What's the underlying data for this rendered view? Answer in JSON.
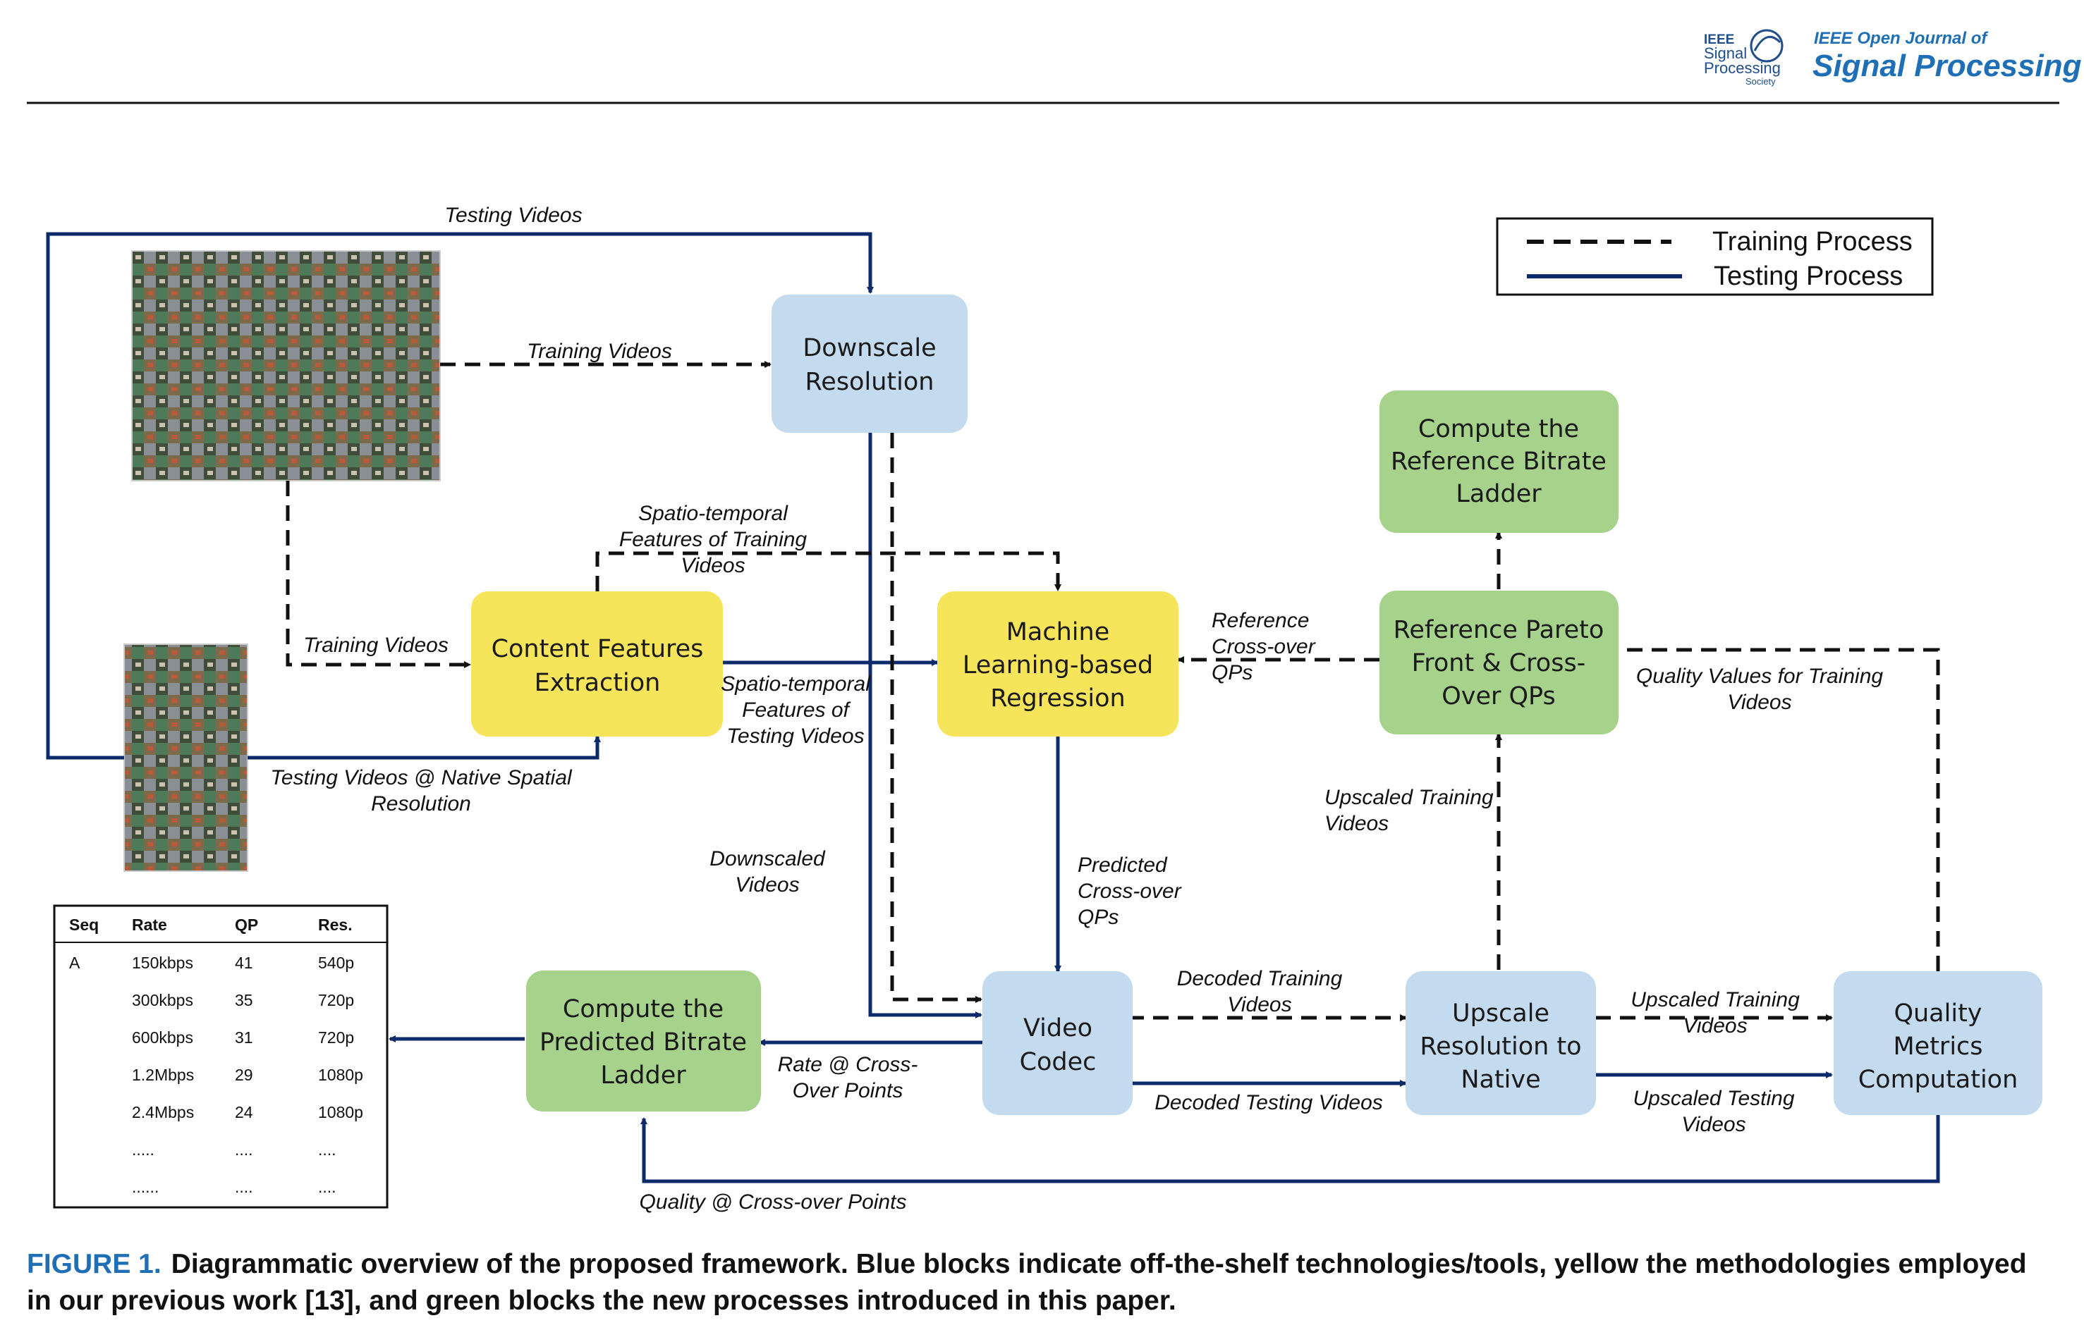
{
  "header": {
    "society_logo_text": [
      "IEEE",
      "Signal",
      "Processing",
      "Society"
    ],
    "journal_prefix": "IEEE Open Journal of",
    "journal_name": "Signal Processing"
  },
  "legend": {
    "training": "Training Process",
    "testing": "Testing Process"
  },
  "colors": {
    "blue_block": "#c4dbef",
    "yellow_block": "#f6e45a",
    "green_block": "#a6d28c",
    "testing_line": "#0d2a6b",
    "training_line": "#111111",
    "caption_accent": "#1f6fb6"
  },
  "blocks": {
    "downscale": [
      "Downscale",
      "Resolution"
    ],
    "content_features": [
      "Content Features",
      "Extraction"
    ],
    "ml_regression": [
      "Machine",
      "Learning-based",
      "Regression"
    ],
    "ref_bitrate_ladder": [
      "Compute the",
      "Reference Bitrate",
      "Ladder"
    ],
    "ref_pareto": [
      "Reference Pareto",
      "Front & Cross-",
      "Over QPs"
    ],
    "video_codec": [
      "Video",
      "Codec"
    ],
    "upscale": [
      "Upscale",
      "Resolution to",
      "Native"
    ],
    "quality_metrics": [
      "Quality",
      "Metrics",
      "Computation"
    ],
    "pred_bitrate_ladder": [
      "Compute the",
      "Predicted Bitrate",
      "Ladder"
    ]
  },
  "edge_labels": {
    "testing_videos_top": "Testing Videos",
    "training_videos_top": "Training Videos",
    "spatio_training": [
      "Spatio-temporal",
      "Features of Training",
      "Videos"
    ],
    "training_videos_left": "Training Videos",
    "spatio_testing": [
      "Spatio-temporal",
      "Features of",
      "Testing Videos"
    ],
    "testing_native": [
      "Testing Videos @ Native Spatial",
      "Resolution"
    ],
    "reference_crossover": [
      "Reference",
      "Cross-over",
      "QPs"
    ],
    "quality_values": [
      "Quality Values for Training",
      "Videos"
    ],
    "upscaled_training_v": [
      "Upscaled Training",
      "Videos"
    ],
    "downscaled_videos": [
      "Downscaled",
      "Videos"
    ],
    "predicted_crossover": [
      "Predicted",
      "Cross-over",
      "QPs"
    ],
    "decoded_training": [
      "Decoded Training",
      "Videos"
    ],
    "upscaled_training_h": [
      "Upscaled Training",
      "Videos"
    ],
    "rate_crossover": [
      "Rate @ Cross-",
      "Over Points"
    ],
    "decoded_testing": "Decoded Testing Videos",
    "upscaled_testing": [
      "Upscaled Testing",
      "Videos"
    ],
    "quality_crossover": "Quality @ Cross-over Points"
  },
  "ladder_table": {
    "headers": [
      "Seq",
      "Rate",
      "QP",
      "Res."
    ],
    "rows": [
      [
        "A",
        "150kbps",
        "41",
        "540p"
      ],
      [
        "",
        "300kbps",
        "35",
        "720p"
      ],
      [
        "",
        "600kbps",
        "31",
        "720p"
      ],
      [
        "",
        "1.2Mbps",
        "29",
        "1080p"
      ],
      [
        "",
        "2.4Mbps",
        "24",
        "1080p"
      ],
      [
        "",
        ".....",
        "....",
        "...."
      ],
      [
        "",
        "......",
        "....",
        "...."
      ]
    ]
  },
  "caption": {
    "label": "FIGURE 1.",
    "text": "Diagrammatic overview of the proposed framework. Blue blocks indicate off-the-shelf technologies/tools, yellow the methodologies employed in our previous work [13], and green blocks the new processes introduced in this paper."
  }
}
